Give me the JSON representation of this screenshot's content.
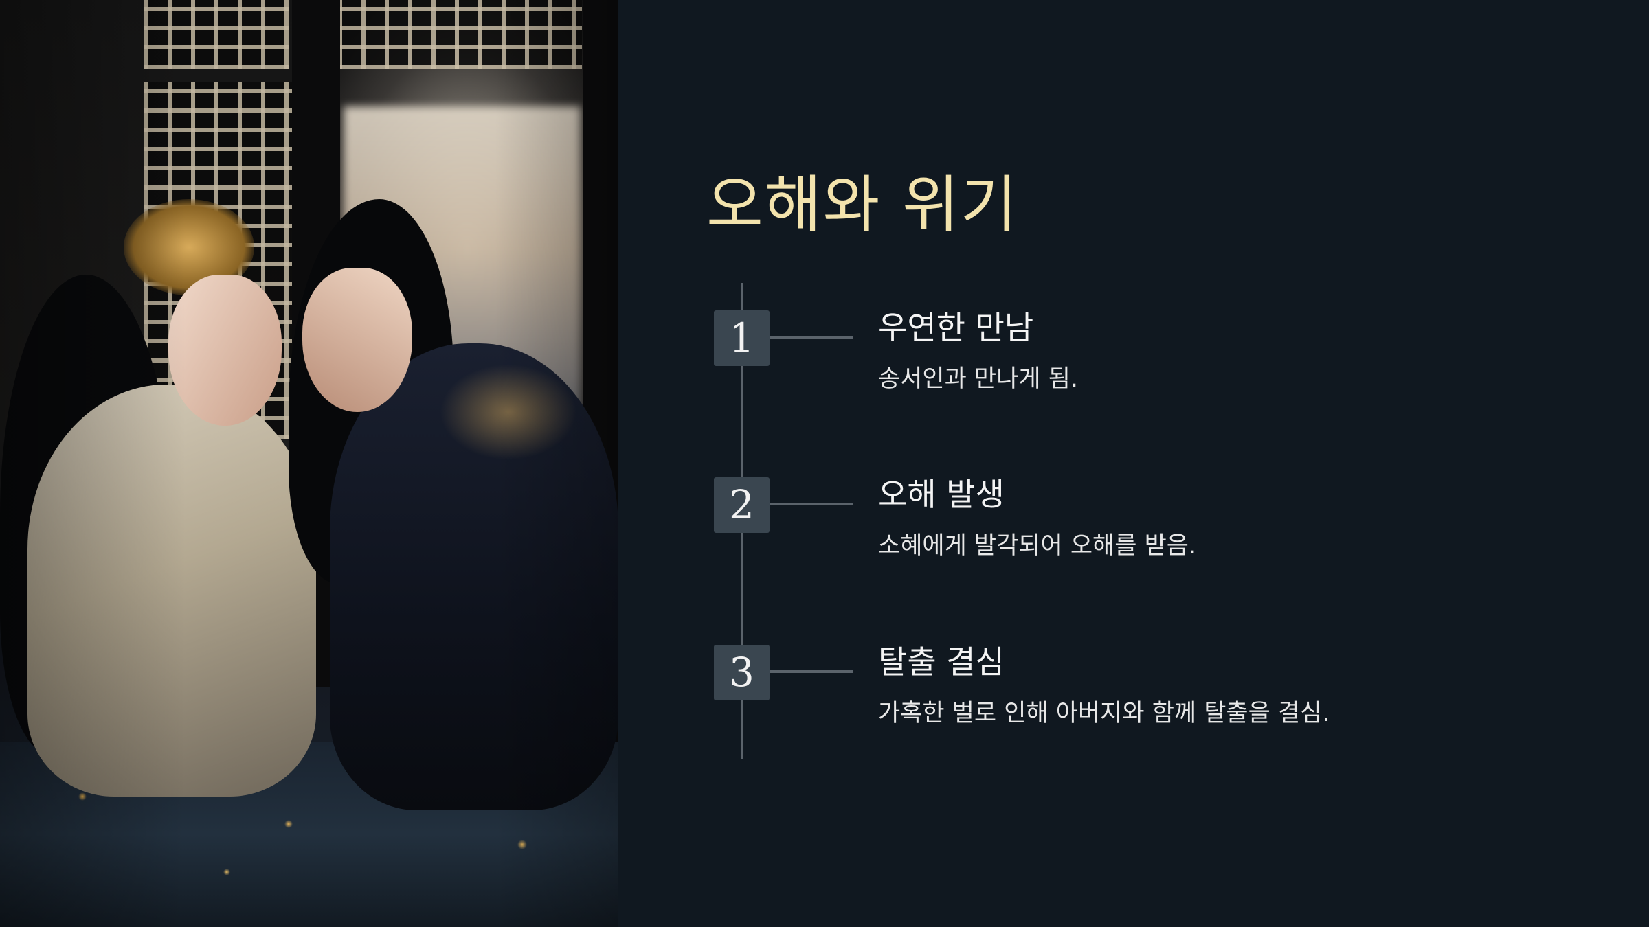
{
  "slide": {
    "title": "오해와 위기",
    "steps": [
      {
        "number": "1",
        "title": "우연한 만남",
        "description": "송서인과 만나게 됨."
      },
      {
        "number": "2",
        "title": "오해 발생",
        "description": "소혜에게 발각되어 오해를 받음."
      },
      {
        "number": "3",
        "title": "탈출 결심",
        "description": "가혹한 벌로 인해 아버지와 함께 탈출을 결심."
      }
    ]
  },
  "colors": {
    "background": "#101820",
    "title": "#f3e3ad",
    "badge": "#3a4650",
    "timeline": "#5b636b",
    "text": "#f4f4f4"
  }
}
